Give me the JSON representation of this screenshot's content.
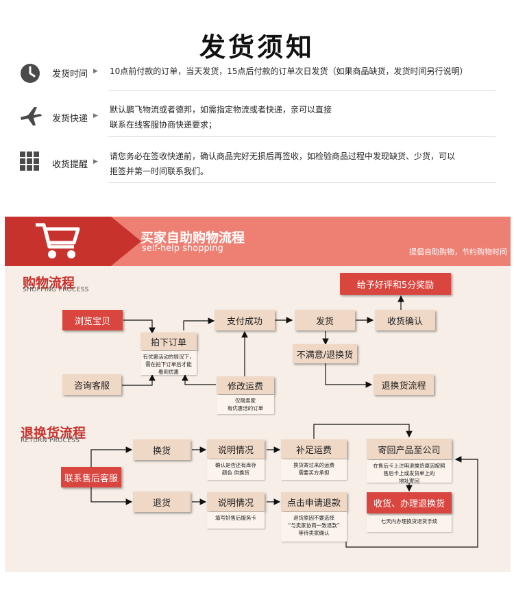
{
  "notice": {
    "title": "发货须知",
    "rows": [
      {
        "label": "发货时间",
        "icon": "clock-icon",
        "text": [
          "10点前付款的订单，当天发货，15点后付款的订单次日发货（如果商品缺货，发货时间另行说明）"
        ]
      },
      {
        "label": "发货快递",
        "icon": "airplane-icon",
        "text": [
          "默认鹏飞物流或者德邦，如需指定物流或者快递，亲可以直接",
          "联系在线客服协商快递要求；"
        ]
      },
      {
        "label": "收货提醒",
        "icon": "grid-icon",
        "text": [
          "请您务必在签收快递前，确认商品完好无损后再签收，如检验商品过程中发现缺货、少货，可以",
          "拒签并第一时间联系我们。"
        ]
      }
    ]
  },
  "banner": {
    "title_cn": "买家自助购物流程",
    "title_en": "self-help shopping",
    "slogan": "提倡自助购物，节约购物时间",
    "icon": "shopping-cart-icon"
  },
  "shopping": {
    "title": "购物流程",
    "subtitle": "SHOPPING PROCESS",
    "browse": "浏览宝贝",
    "consult": "咨询客服",
    "order": "拍下订单",
    "order_note": [
      "有优惠活动的情况下，",
      "需在拍下订单后才能",
      "看到优惠"
    ],
    "pay": "支付成功",
    "modify": "修改运费",
    "modify_note": [
      "仅限卖家",
      "有优惠活的订单"
    ],
    "ship": "发货",
    "confirm": "收货确认",
    "review": "给予好评和5分奖励",
    "unsatisfied": "不满意/退换货",
    "return_flow": "退换货流程"
  },
  "returns": {
    "title": "退换货流程",
    "subtitle": "RETURN PROCESS",
    "contact": "联系售后客服",
    "exchange": "换货",
    "explain1": "说明情况",
    "explain1_note": [
      "确认是否还有库存",
      "颜色 供换货"
    ],
    "supplement": "补足运费",
    "supplement_note": [
      "换货寄过来的运费",
      "需要买方承担"
    ],
    "send_back": "寄回产品至公司",
    "send_back_note": [
      "在售后卡上注明退换货原因按照",
      "售后卡上或发货单上的",
      "地址寄回"
    ],
    "refund": "退货",
    "explain2": "说明情况",
    "explain2_note": [
      "填写好售后服务卡"
    ],
    "apply_refund": "点击申请退款",
    "apply_refund_note": [
      "退货原因不要选择",
      "“与卖家协商一致退款”",
      "等待卖家确认"
    ],
    "receive": "收货、办理退换货",
    "receive_note": [
      "七天内办理换货退货手续"
    ]
  }
}
